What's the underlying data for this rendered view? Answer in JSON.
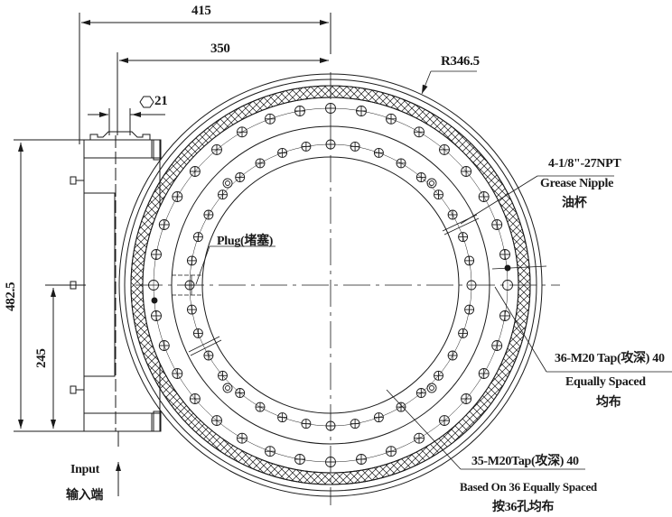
{
  "drawing": {
    "title": "Slewing drive outline drawing",
    "line_color": "#1a1a1a",
    "background": "#ffffff"
  },
  "dimensions": {
    "overall_width": "415",
    "center_offset": "350",
    "hex_size": "21",
    "overall_height": "482.5",
    "input_height": "245",
    "outer_radius": "R346.5"
  },
  "annotations": {
    "grease_nipple": {
      "spec": "4-1/8\"-27NPT",
      "label_en": "Grease Nipple",
      "label_cn": "油杯"
    },
    "plug": {
      "label": "Plug(堵塞)"
    },
    "outer_tap": {
      "spec": "36-M20 Tap(攻深) 40",
      "label_en": "Equally Spaced",
      "label_cn": "均布"
    },
    "inner_tap": {
      "spec": "35-M20Tap(攻深) 40",
      "label_en": "Based On 36 Equally Spaced",
      "label_cn": "按36孔均布"
    },
    "input": {
      "label_en": "Input",
      "label_cn": "输入端"
    }
  },
  "geometry": {
    "outer_bolt_holes": 36,
    "inner_bolt_holes": 36
  }
}
